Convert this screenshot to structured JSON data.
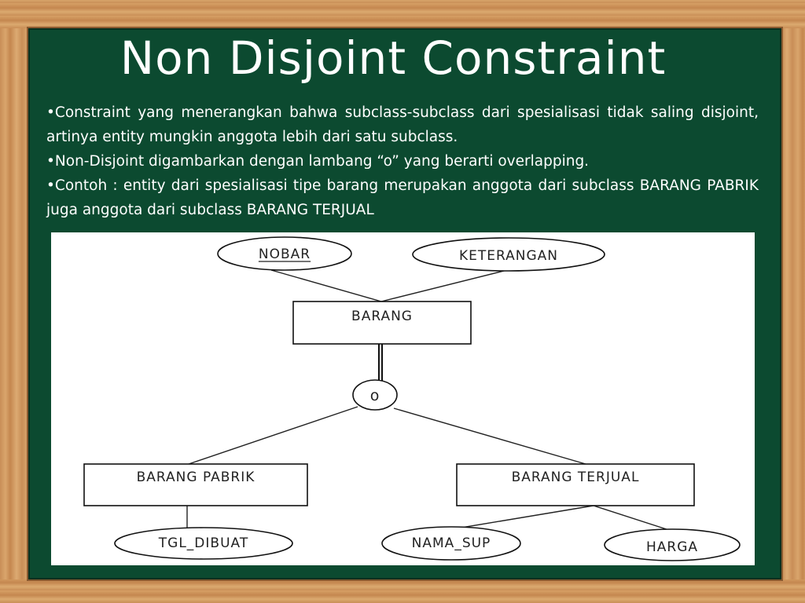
{
  "slide": {
    "title": "Non Disjoint Constraint",
    "bullets": [
      "•Constraint yang menerangkan bahwa subclass-subclass dari spesialisasi tidak saling disjoint, artinya entity mungkin anggota lebih dari satu subclass.",
      "•Non-Disjoint digambarkan dengan lambang “o” yang berarti overlapping.",
      "•Contoh : entity dari spesialisasi tipe barang merupakan anggota dari subclass BARANG PABRIK juga anggota dari subclass BARANG TERJUAL"
    ]
  },
  "diagram": {
    "superclass": "BARANG",
    "superclass_attributes": [
      "NOBAR",
      "KETERANGAN"
    ],
    "key_attribute": "NOBAR",
    "constraint_symbol": "o",
    "subclasses": [
      {
        "name": "BARANG PABRIK",
        "attributes": [
          "TGL_DIBUAT"
        ]
      },
      {
        "name": "BARANG TERJUAL",
        "attributes": [
          "NAMA_SUP",
          "HARGA"
        ]
      }
    ]
  }
}
